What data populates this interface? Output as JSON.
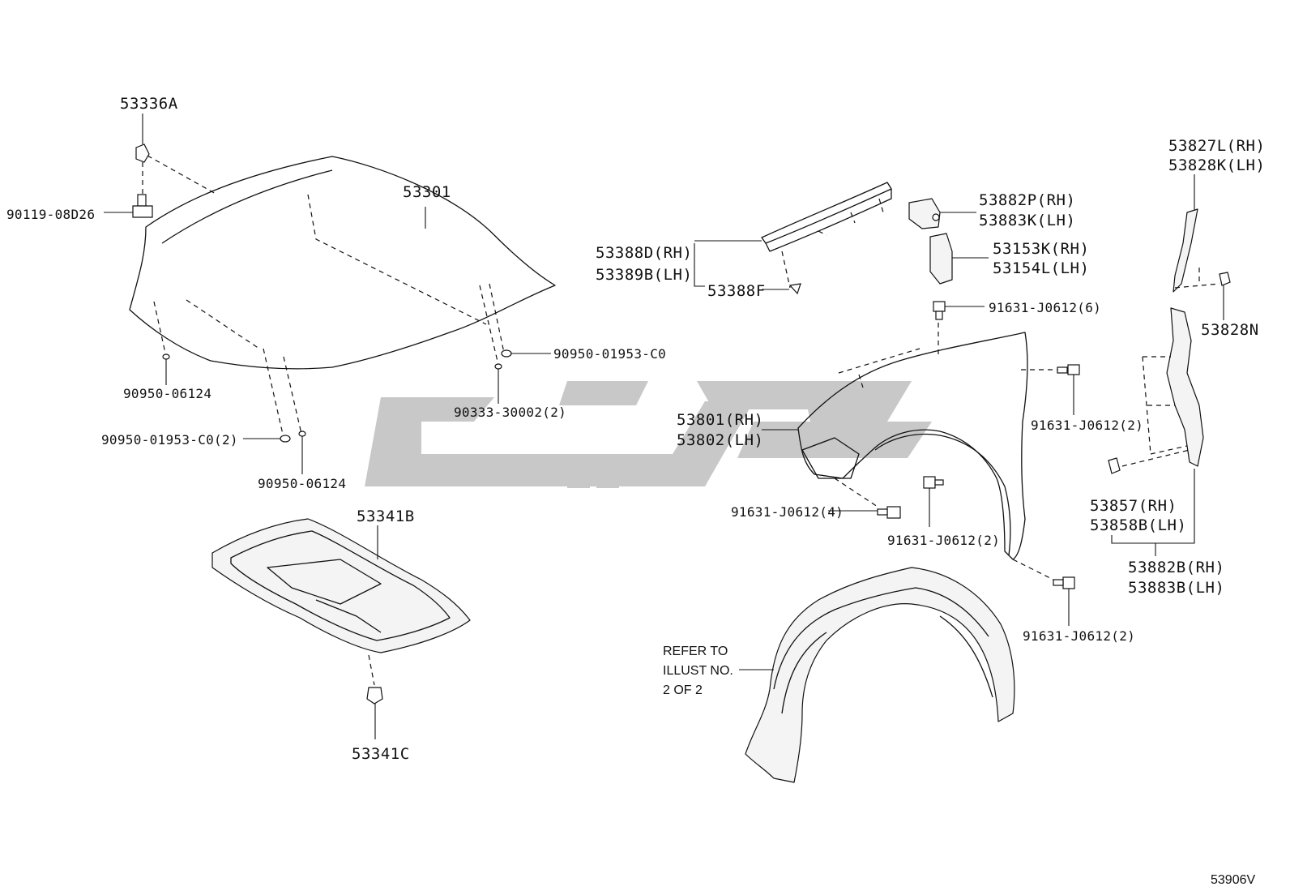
{
  "diagram": {
    "code": "53906V",
    "watermark_color": "#c8c8c8",
    "line_color": "#111111",
    "note": [
      "REFER TO",
      "ILLUST NO.",
      "2 OF 2"
    ],
    "labels": {
      "p53336a": "53336A",
      "p90119": "90119-08D26",
      "p53301": "53301",
      "p90950_06124_a": "90950-06124",
      "p90950_01953_c0": "90950-01953-C0",
      "p90333": "90333-30002(2)",
      "p90950_01953_c0_2": "90950-01953-C0(2)",
      "p90950_06124_b": "90950-06124",
      "p53341b": "53341B",
      "p53341c": "53341C",
      "p53388d": "53388D(RH)",
      "p53389b": "53389B(LH)",
      "p53388f": "53388F",
      "p53882p": "53882P(RH)",
      "p53883k": "53883K(LH)",
      "p53153k": "53153K(RH)",
      "p53154l": "53154L(LH)",
      "p91631_6": "91631-J0612(6)",
      "p53801": "53801(RH)",
      "p53802": "53802(LH)",
      "p91631_2_a": "91631-J0612(2)",
      "p91631_4": "91631-J0612(4)",
      "p91631_2_b": "91631-J0612(2)",
      "p91631_2_c": "91631-J0612(2)",
      "p53827l": "53827L(RH)",
      "p53828k": "53828K(LH)",
      "p53828n": "53828N",
      "p53857": "53857(RH)",
      "p53858b": "53858B(LH)",
      "p53882b": "53882B(RH)",
      "p53883b": "53883B(LH)"
    }
  }
}
